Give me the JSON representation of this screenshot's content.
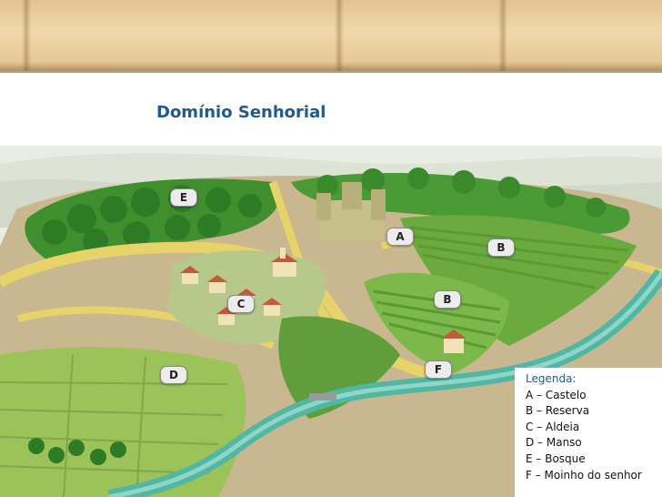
{
  "title": "Domínio Senhorial",
  "legend": {
    "title": "Legenda:",
    "items": [
      "A – Castelo",
      "B – Reserva",
      "C – Aldeia",
      "D – Manso",
      "E – Bosque",
      "F – Moinho do senhor"
    ]
  },
  "markers": {
    "e": "E",
    "a": "A",
    "b1": "B",
    "b2": "B",
    "c": "C",
    "d": "D",
    "f": "F"
  },
  "colors": {
    "title": "#1f5a8c",
    "legend_title": "#1f5a8c",
    "river": "#4fb7a3",
    "road": "#e8d36a",
    "forest": "#3f8f2e",
    "field": "#7cb84a",
    "parchment": "#e3c28f"
  }
}
